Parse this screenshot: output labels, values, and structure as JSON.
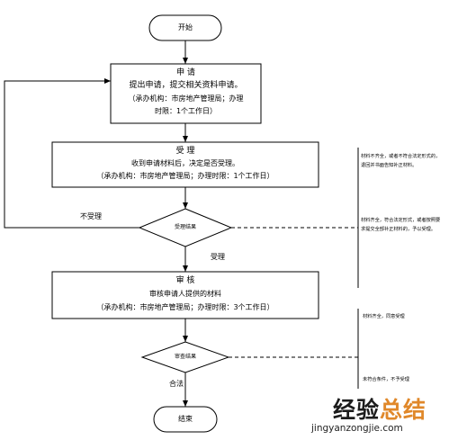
{
  "start": "开始",
  "end": "结束",
  "step_apply": {
    "title": "申 请",
    "desc": "提出申请，提交相关资料申请。",
    "org_line1": "（承办机构：市房地产管理局；办理",
    "org_line2": "时限：1个工作日）"
  },
  "step_accept": {
    "title": "受 理",
    "desc": "收到申请材料后，决定是否受理。",
    "org": "（承办机构：市房地产管理局；办理时限：1个工作日）"
  },
  "decision_accept": "受理结果",
  "label_not_accepted": "不受理",
  "label_accepted": "受理",
  "step_review": {
    "title": "审 核",
    "desc": "审核申请人提供的材料",
    "org": "（承办机构：市房地产管理局；办理时限：3个工作日）"
  },
  "decision_review": "审查结果",
  "label_qualified": "合法",
  "notes": {
    "reject": "材料不齐全，或者不符合法定形式的，退回并书面告知补正材料。",
    "accept": "材料齐全，符合法定形式，或者按照要求提交全部补正材料的，予以受理。",
    "agree": "材料齐全，同意受理",
    "disagree": "未符合条件，不予受理"
  },
  "watermark": {
    "brand_part1": "经验",
    "brand_part2": "总结",
    "url": "jingyanzongjie.com"
  }
}
